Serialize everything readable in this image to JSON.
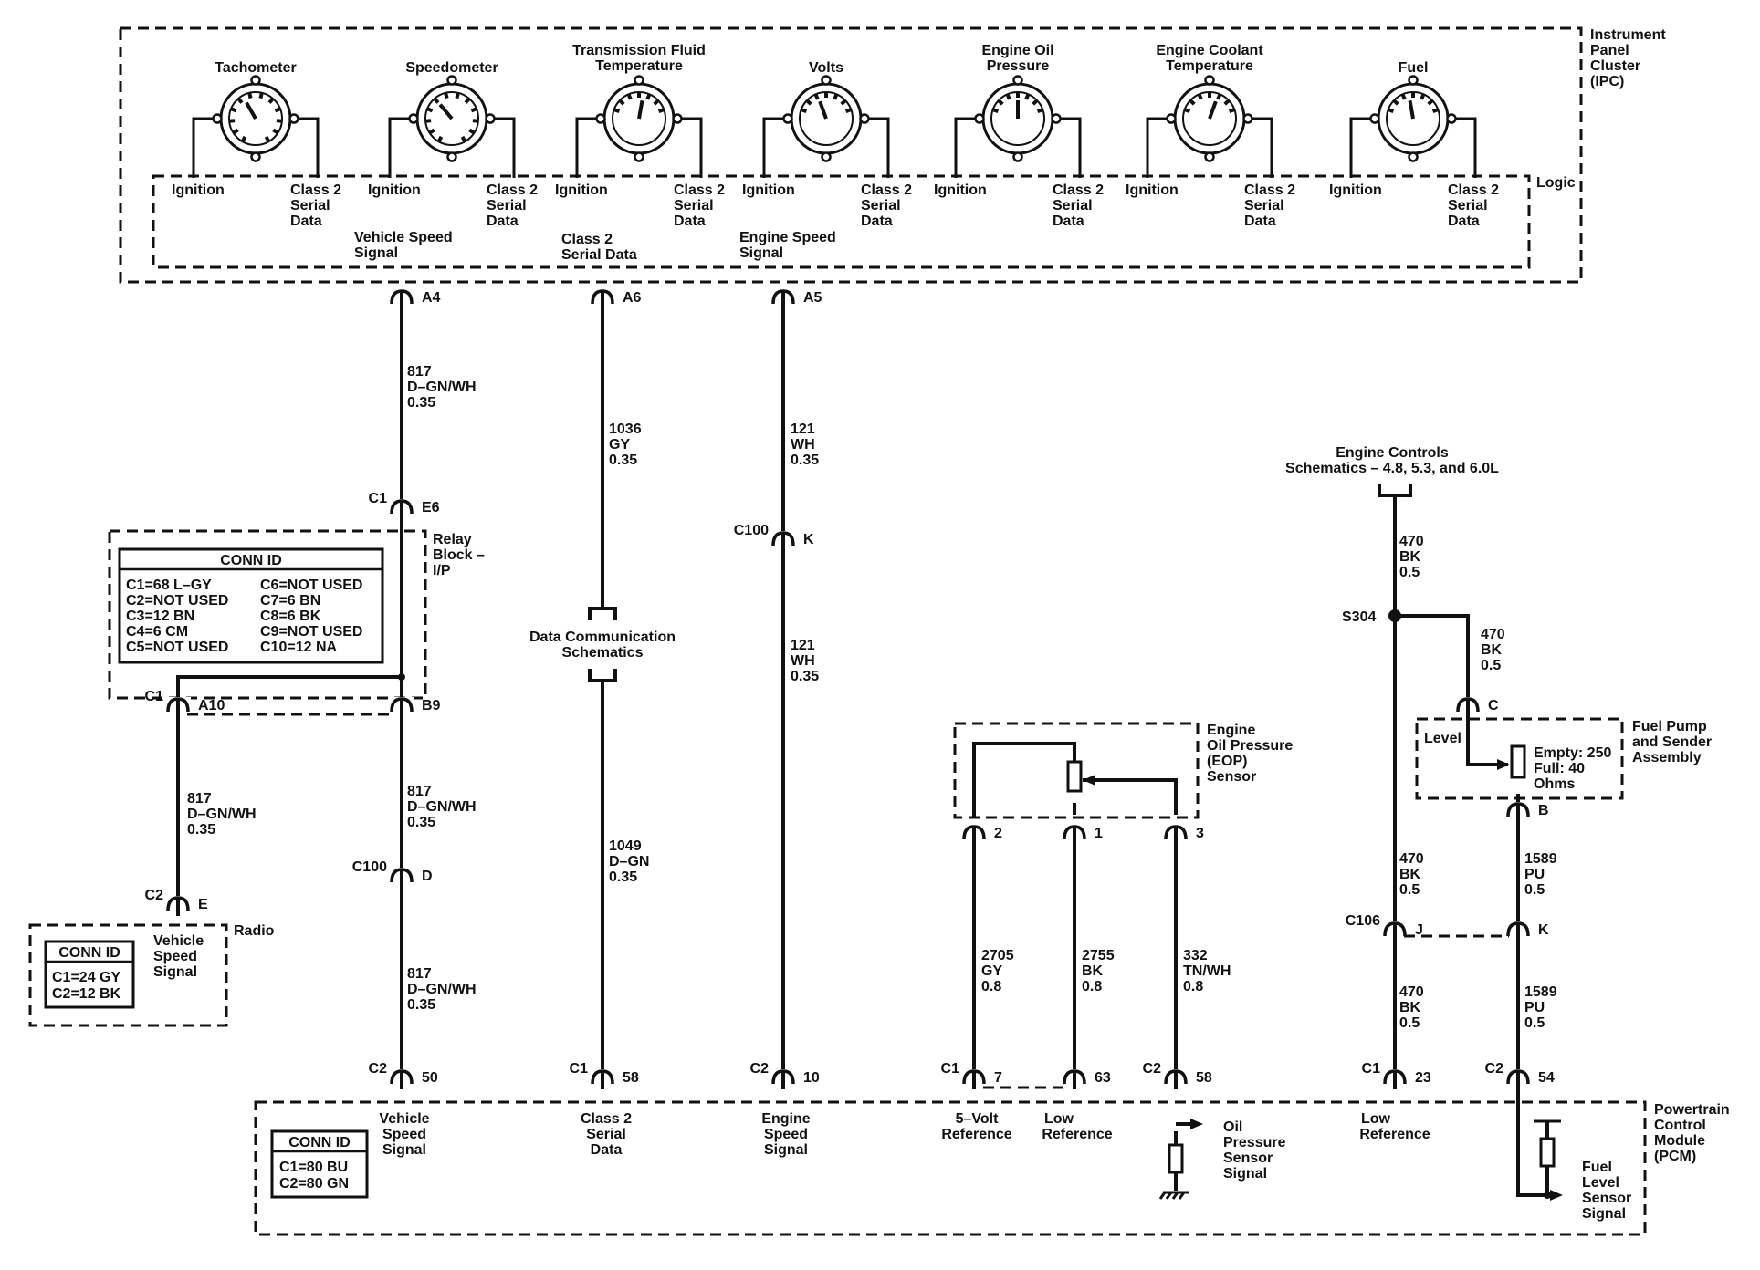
{
  "modules": {
    "ipc": [
      "Instrument",
      "Panel",
      "Cluster",
      "(IPC)"
    ],
    "logic": "Logic",
    "relay": [
      "Relay",
      "Block –",
      "I/P"
    ],
    "radio": "Radio",
    "pcm": [
      "Powertrain",
      "Control",
      "Module",
      "(PCM)"
    ],
    "eop": [
      "Engine",
      "Oil Pressure",
      "(EOP)",
      "Sensor"
    ],
    "fuel_pump": [
      "Fuel Pump",
      "and Sender",
      "Assembly"
    ],
    "engine_controls": [
      "Engine Controls",
      "Schematics – 4.8, 5.3, and 6.0L"
    ],
    "data_comm": [
      "Data Communication",
      "Schematics"
    ]
  },
  "gauges": [
    {
      "title": [
        "Tachometer"
      ],
      "left": "Ignition",
      "right": [
        "Class 2",
        "Serial",
        "Data"
      ]
    },
    {
      "title": [
        "Speedometer"
      ],
      "left": "Ignition",
      "right": [
        "Class 2",
        "Serial",
        "Data"
      ]
    },
    {
      "title": [
        "Transmission Fluid",
        "Temperature"
      ],
      "left": "Ignition",
      "right": [
        "Class 2",
        "Serial",
        "Data"
      ]
    },
    {
      "title": [
        "Volts"
      ],
      "left": "Ignition",
      "right": [
        "Class 2",
        "Serial",
        "Data"
      ]
    },
    {
      "title": [
        "Engine Oil",
        "Pressure"
      ],
      "left": "Ignition",
      "right": [
        "Class 2",
        "Serial",
        "Data"
      ]
    },
    {
      "title": [
        "Engine Coolant",
        "Temperature"
      ],
      "left": "Ignition",
      "right": [
        "Class 2",
        "Serial",
        "Data"
      ]
    },
    {
      "title": [
        "Fuel"
      ],
      "left": "Ignition",
      "right": [
        "Class 2",
        "Serial",
        "Data"
      ]
    }
  ],
  "ipc_signals": [
    [
      "Vehicle Speed",
      "Signal"
    ],
    [
      "Class 2",
      "Serial Data"
    ],
    [
      "Engine Speed",
      "Signal"
    ]
  ],
  "relay_conn_id": {
    "title": "CONN ID",
    "left": [
      "C1=68 L–GY",
      "C2=NOT USED",
      "C3=12 BN",
      "C4=6 CM",
      "C5=NOT USED"
    ],
    "right": [
      "C6=NOT USED",
      "C7=6 BN",
      "C8=6 BK",
      "C9=NOT USED",
      "C10=12 NA"
    ]
  },
  "radio_conn_id": {
    "title": "CONN ID",
    "rows": [
      "C1=24 GY",
      "C2=12 BK"
    ]
  },
  "radio_signal": [
    "Vehicle",
    "Speed",
    "Signal"
  ],
  "pcm_conn_id": {
    "title": "CONN ID",
    "rows": [
      "C1=80 BU",
      "C2=80 GN"
    ]
  },
  "pcm_signals": [
    [
      "Vehicle",
      "Speed",
      "Signal"
    ],
    [
      "Class 2",
      "Serial",
      "Data"
    ],
    [
      "Engine",
      "Speed",
      "Signal"
    ],
    [
      "5–Volt",
      "Reference"
    ],
    [
      "Low",
      "Reference"
    ],
    [
      "Oil",
      "Pressure",
      "Sensor",
      "Signal"
    ],
    [
      "Low",
      "Reference"
    ],
    [
      "Fuel",
      "Level",
      "Sensor",
      "Signal"
    ]
  ],
  "fuel_sender": {
    "level": "Level",
    "spec": [
      "Empty: 250",
      "Full: 40",
      "Ohms"
    ]
  },
  "splice": "S304",
  "connectors": [
    {
      "left": "",
      "right": "A4"
    },
    {
      "left": "",
      "right": "A6"
    },
    {
      "left": "",
      "right": "A5"
    },
    {
      "left": "C1",
      "right": "E6"
    },
    {
      "left": "C100",
      "right": "K"
    },
    {
      "left": "C1",
      "right": "A10"
    },
    {
      "left": "",
      "right": "B9"
    },
    {
      "left": "C2",
      "right": "E"
    },
    {
      "left": "C100",
      "right": "D"
    },
    {
      "left": "",
      "right": "2"
    },
    {
      "left": "",
      "right": "1"
    },
    {
      "left": "",
      "right": "3"
    },
    {
      "left": "",
      "right": "C"
    },
    {
      "left": "",
      "right": "B"
    },
    {
      "left": "C106",
      "right": "J"
    },
    {
      "left": "",
      "right": "K"
    },
    {
      "left": "C2",
      "right": "50"
    },
    {
      "left": "C1",
      "right": "58"
    },
    {
      "left": "C2",
      "right": "10"
    },
    {
      "left": "C1",
      "right": "7"
    },
    {
      "left": "",
      "right": "63"
    },
    {
      "left": "C2",
      "right": "58"
    },
    {
      "left": "C1",
      "right": "23"
    },
    {
      "left": "C2",
      "right": "54"
    }
  ],
  "wires": [
    [
      "817",
      "D–GN/WH",
      "0.35"
    ],
    [
      "1036",
      "GY",
      "0.35"
    ],
    [
      "121",
      "WH",
      "0.35"
    ],
    [
      "121",
      "WH",
      "0.35"
    ],
    [
      "817",
      "D–GN/WH",
      "0.35"
    ],
    [
      "817",
      "D–GN/WH",
      "0.35"
    ],
    [
      "817",
      "D–GN/WH",
      "0.35"
    ],
    [
      "1049",
      "D–GN",
      "0.35"
    ],
    [
      "470",
      "BK",
      "0.5"
    ],
    [
      "470",
      "BK",
      "0.5"
    ],
    [
      "1589",
      "PU",
      "0.5"
    ],
    [
      "470",
      "BK",
      "0.5"
    ],
    [
      "2705",
      "GY",
      "0.8"
    ],
    [
      "2755",
      "BK",
      "0.8"
    ],
    [
      "332",
      "TN/WH",
      "0.8"
    ],
    [
      "470",
      "BK",
      "0.5"
    ],
    [
      "1589",
      "PU",
      "0.5"
    ]
  ]
}
